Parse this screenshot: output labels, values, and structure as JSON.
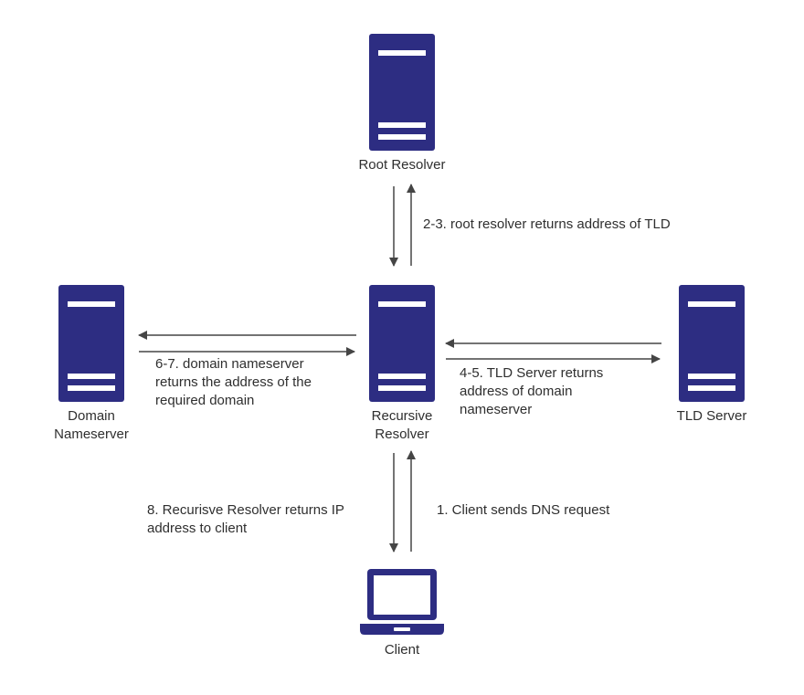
{
  "colors": {
    "server": "#2d2d82",
    "arrow": "#454545",
    "text": "#2f2f2f"
  },
  "nodes": {
    "root_resolver": {
      "label": "Root Resolver",
      "icon": "server-icon"
    },
    "recursive_resolver": {
      "label": "Recursive\nResolver",
      "icon": "server-icon"
    },
    "domain_nameserver": {
      "label": "Domain\nNameserver",
      "icon": "server-icon"
    },
    "tld_server": {
      "label": "TLD Server",
      "icon": "server-icon"
    },
    "client": {
      "label": "Client",
      "icon": "laptop-icon"
    }
  },
  "flows": {
    "step_1": "1.  Client sends DNS request",
    "step_2_3": "2-3. root resolver returns address of TLD",
    "step_4_5": "4-5. TLD Server returns\naddress of domain\nnameserver",
    "step_6_7": "6-7. domain nameserver\nreturns the address of the\nrequired domain",
    "step_8": "8. Recurisve Resolver returns IP\naddress to client"
  }
}
